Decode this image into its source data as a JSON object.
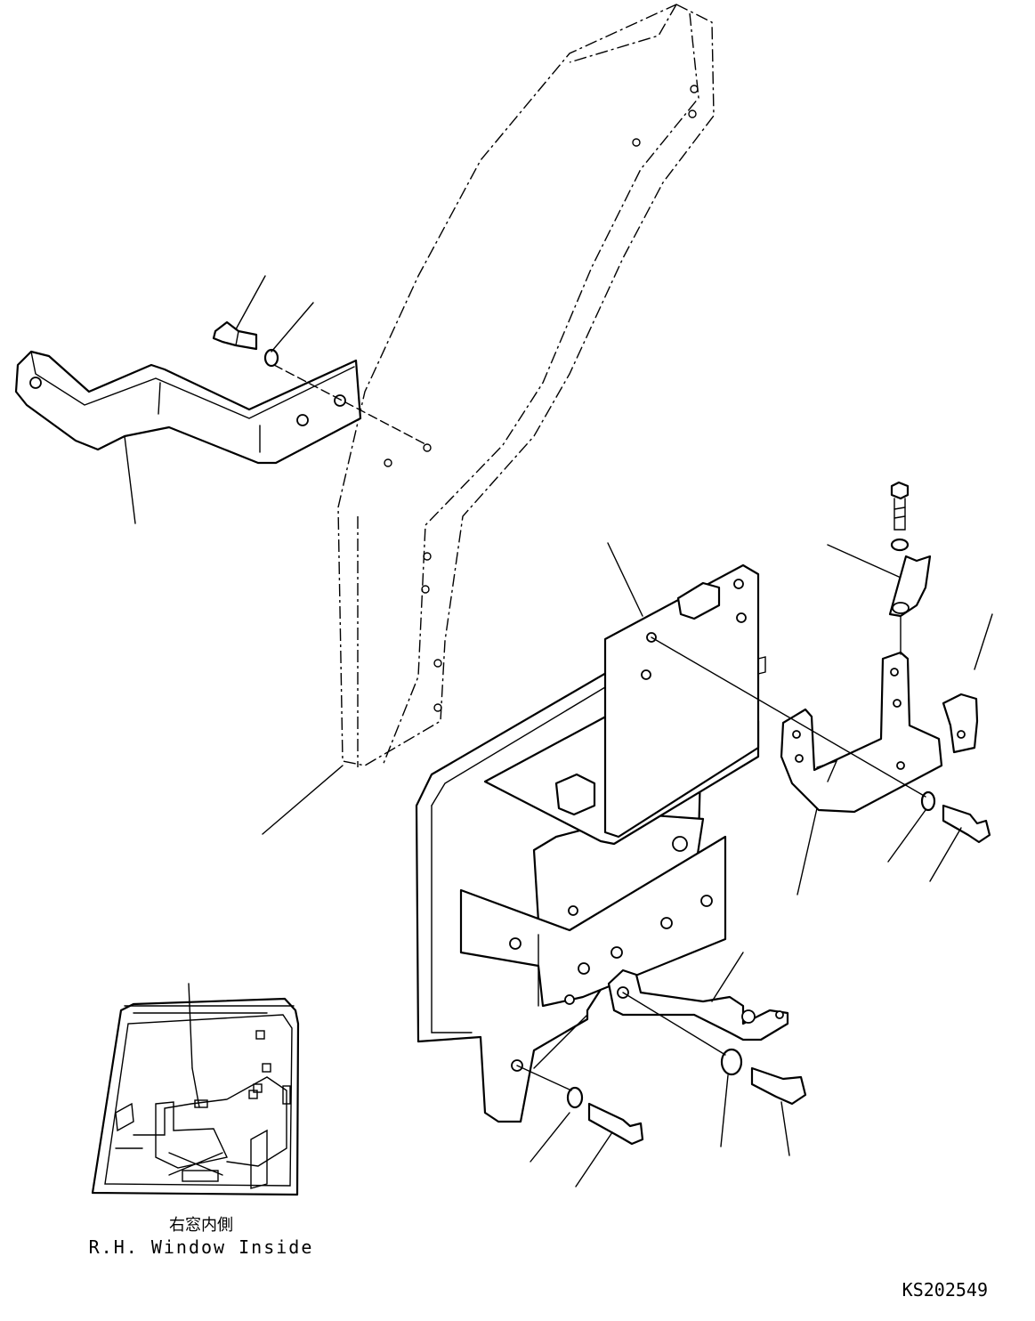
{
  "inset": {
    "caption_jp": "右窓内側",
    "caption_en": "R.H. Window Inside"
  },
  "drawing_code": "KS202549"
}
